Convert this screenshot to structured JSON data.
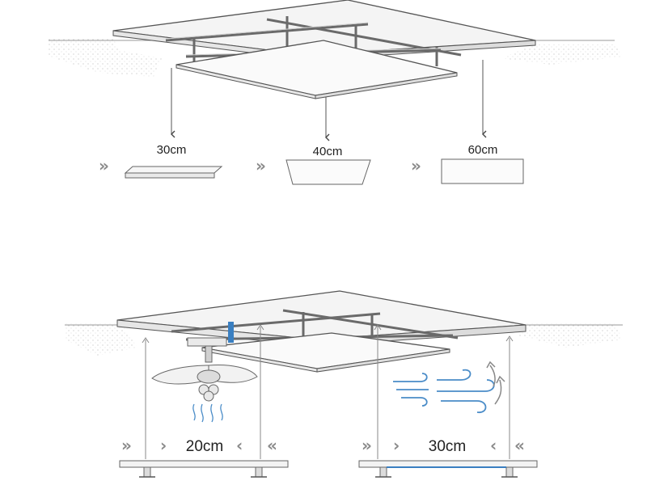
{
  "top_section": {
    "sizes": [
      {
        "label": "30cm"
      },
      {
        "label": "40cm"
      },
      {
        "label": "60cm"
      }
    ]
  },
  "bottom_section": {
    "left_gap": {
      "label": "20cm"
    },
    "right_gap": {
      "label": "30cm"
    }
  },
  "icons": {
    "arrow": "chevron-right-double-icon",
    "fan": "ceiling-fan-icon",
    "airflow": "airflow-icon"
  },
  "colors": {
    "line": "#555555",
    "frame": "#6a6a6a",
    "accent": "#3a7fc1",
    "ceiling_texture": "#cfcfcf"
  }
}
